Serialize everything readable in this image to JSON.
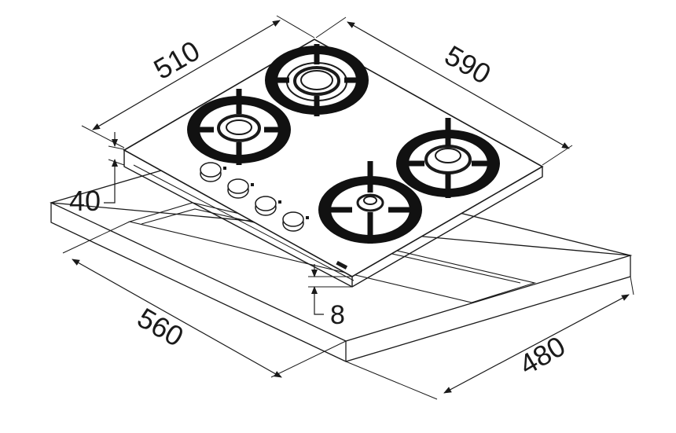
{
  "diagram": {
    "dimensions": {
      "hob_depth": "510",
      "hob_width": "590",
      "hob_thickness": "40",
      "glass_thickness": "8",
      "cutout_width": "560",
      "cutout_depth": "480"
    },
    "burner_count": 4,
    "knob_count": 4,
    "colors": {
      "line": "#1a1a1a",
      "grate": "#111111",
      "background": "#ffffff"
    }
  }
}
